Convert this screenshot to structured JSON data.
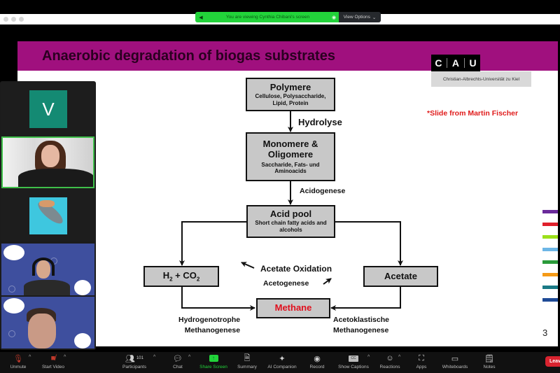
{
  "share_banner": {
    "text": "You are viewing Cynthia Chibani's screen",
    "view_options_label": "View Options",
    "color": "#22d33a"
  },
  "slide": {
    "title": "Anaerobic degradation of biogas substrates",
    "header_color": "#a0107e",
    "logo_letters": [
      "C",
      "A",
      "U"
    ],
    "logo_subtitle": "Christian-Albrechts-Universität zu Kiel",
    "credit": "*Slide from Martin Fischer",
    "page_number": "3",
    "side_color_bars": [
      "#6a2a9a",
      "#e0202c",
      "#9be01a",
      "#6cb6e6",
      "#2a9a3a",
      "#f59a16",
      "#1a7a86",
      "#1e4a96"
    ],
    "diagram": {
      "polymere": {
        "title": "Polymere",
        "sub": "Cellulose, Polysaccharide, Lipid, Protein"
      },
      "hydrolyse": "Hydrolyse",
      "monomere": {
        "title": "Monomere & Oligomere",
        "sub": "Saccharide, Fats- und Aminoacids"
      },
      "acidogenese": "Acidogenese",
      "acid_pool": {
        "title": "Acid pool",
        "sub": "Short chain fatty acids and alcohols"
      },
      "h2co2": {
        "h": "H",
        "sub2a": "2",
        "plus_co": " + CO",
        "sub2b": "2"
      },
      "acetate": "Acetate",
      "acetate_oxidation": "Acetate Oxidation",
      "acetogenese": "Acetogenese",
      "methane": "Methane",
      "methane_color": "#e0101e",
      "hydrogenotrophe": [
        "Hydrogenotrophe",
        "Methanogenese"
      ],
      "acetoklastische": [
        "Acetoklastische",
        "Methanogenese"
      ]
    }
  },
  "gallery": {
    "tiles": [
      {
        "type": "avatar",
        "initial": "V"
      },
      {
        "type": "video",
        "active_speaker": true
      },
      {
        "type": "image"
      },
      {
        "type": "video"
      },
      {
        "type": "video"
      }
    ]
  },
  "toolbar": {
    "items": [
      {
        "id": "unmute",
        "label": "Unmute",
        "icon": "mic-muted-icon"
      },
      {
        "id": "start-video",
        "label": "Start Video",
        "icon": "video-off-icon"
      },
      {
        "id": "participants",
        "label": "Participants",
        "icon": "participants-icon",
        "count": "101"
      },
      {
        "id": "chat",
        "label": "Chat",
        "icon": "chat-icon"
      },
      {
        "id": "share-screen",
        "label": "Share Screen",
        "icon": "share-screen-icon"
      },
      {
        "id": "summary",
        "label": "Summary",
        "icon": "summary-icon"
      },
      {
        "id": "ai-companion",
        "label": "AI Companion",
        "icon": "ai-companion-icon"
      },
      {
        "id": "record",
        "label": "Record",
        "icon": "record-icon"
      },
      {
        "id": "show-captions",
        "label": "Show Captions",
        "icon": "captions-icon"
      },
      {
        "id": "reactions",
        "label": "Reactions",
        "icon": "reactions-icon"
      },
      {
        "id": "apps",
        "label": "Apps",
        "icon": "apps-icon"
      },
      {
        "id": "whiteboards",
        "label": "Whiteboards",
        "icon": "whiteboards-icon"
      },
      {
        "id": "notes",
        "label": "Notes",
        "icon": "notes-icon"
      }
    ],
    "leave_label": "Leave",
    "share_color": "#22d33a",
    "leave_color": "#d8232f"
  }
}
